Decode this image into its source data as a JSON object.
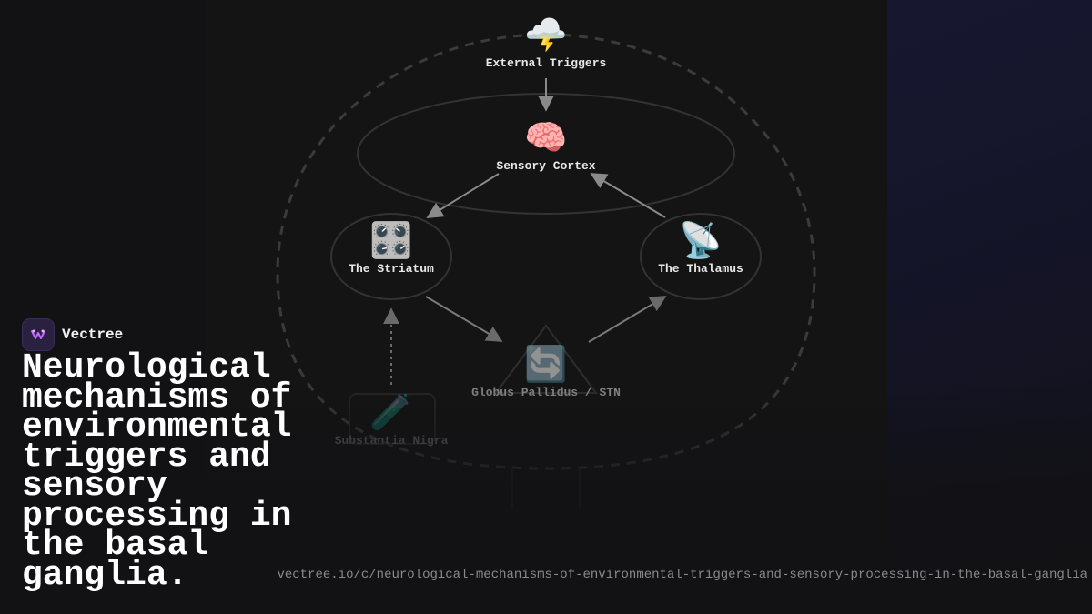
{
  "brand": {
    "name": "Vectree"
  },
  "headline": "Neurological mechanisms of environmental triggers and sensory processing in the basal ganglia.",
  "url": "vectree.io/c/neurological-mechanisms-of-environmental-triggers-and-sensory-processing-in-the-basal-ganglia",
  "diagram": {
    "nodes": [
      {
        "id": "external-triggers",
        "label": "External Triggers",
        "icon": "storm-cloud-icon",
        "emoji": "🌩️"
      },
      {
        "id": "sensory-cortex",
        "label": "Sensory Cortex",
        "icon": "brain-icon",
        "emoji": "🧠"
      },
      {
        "id": "striatum",
        "label": "The Striatum",
        "icon": "control-knobs-icon",
        "emoji": "🎛️"
      },
      {
        "id": "thalamus",
        "label": "The Thalamus",
        "icon": "satellite-dish-icon",
        "emoji": "📡"
      },
      {
        "id": "globus-pallidus",
        "label": "Globus Pallidus / STN",
        "icon": "cycle-arrows-icon",
        "emoji": "🔄"
      },
      {
        "id": "substantia-nigra",
        "label": "Substantia Nigra",
        "icon": "test-tube-icon",
        "emoji": "🧪"
      }
    ],
    "edges": [
      {
        "from": "external-triggers",
        "to": "sensory-cortex",
        "style": "solid"
      },
      {
        "from": "sensory-cortex",
        "to": "striatum",
        "style": "solid"
      },
      {
        "from": "thalamus",
        "to": "sensory-cortex",
        "style": "solid"
      },
      {
        "from": "striatum",
        "to": "globus-pallidus",
        "style": "solid"
      },
      {
        "from": "globus-pallidus",
        "to": "thalamus",
        "style": "solid"
      },
      {
        "from": "substantia-nigra",
        "to": "striatum",
        "style": "dashed"
      }
    ]
  },
  "colors": {
    "background": "#121114",
    "panel": "#141414",
    "edge": "#8a8a8a",
    "logo_accent": "#c16bff"
  }
}
